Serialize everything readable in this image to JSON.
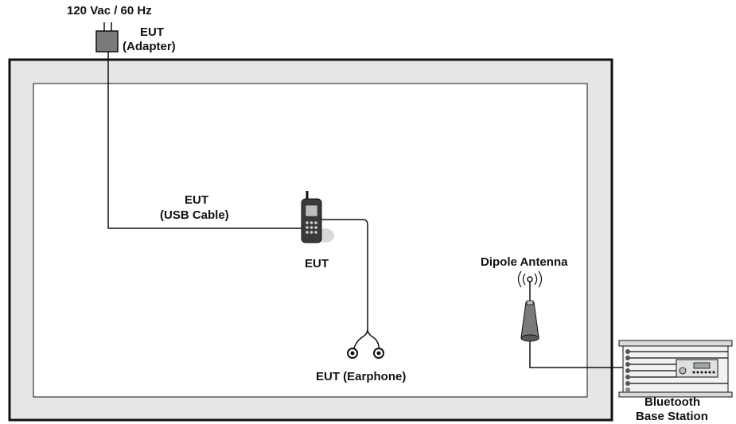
{
  "labels": {
    "power": "120 Vac / 60 Hz",
    "adapter_line1": "EUT",
    "adapter_line2": "(Adapter)",
    "usb_line1": "EUT",
    "usb_line2": "(USB Cable)",
    "phone": "EUT",
    "antenna": "Dipole Antenna",
    "earphone": "EUT (Earphone)",
    "base_line1": "Bluetooth",
    "base_line2": "Base Station"
  },
  "colors": {
    "line": "#111111",
    "chamber_frame": "#e6e6e6",
    "device_gray": "#7a7a7a",
    "device_light": "#d9d9d9"
  },
  "icons": [
    "power-adapter-icon",
    "mobile-phone-icon",
    "earphone-icon",
    "dipole-antenna-icon",
    "base-station-icon"
  ]
}
